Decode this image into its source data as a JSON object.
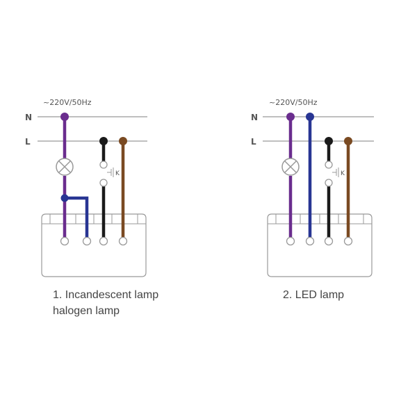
{
  "colors": {
    "neutral": "#6a2d8e",
    "blue": "#283593",
    "black": "#1a1a1a",
    "brown": "#7a4a22",
    "line": "#999999",
    "text": "#555555"
  },
  "rails": {
    "neutral": "N",
    "live": "L"
  },
  "supply_label": "~220V/50Hz",
  "switch_label": "K",
  "diagrams": [
    {
      "caption_line1": "1. Incandescent lamp",
      "caption_line2": "halogen lamp"
    },
    {
      "caption_line1": "2. LED lamp",
      "caption_line2": ""
    }
  ]
}
